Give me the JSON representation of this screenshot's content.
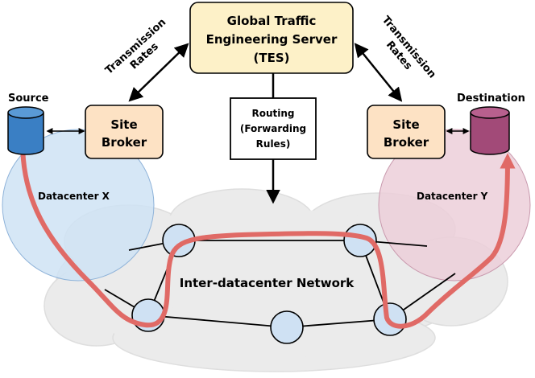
{
  "tes": {
    "line1": "Global Traffic",
    "line2": "Engineering Server",
    "line3": "(TES)"
  },
  "transmission_left": {
    "line1": "Transmission",
    "line2": "Rates"
  },
  "transmission_right": {
    "line1": "Transmission",
    "line2": "Rates"
  },
  "routing": {
    "line1": "Routing",
    "line2": "(Forwarding",
    "line3": "Rules)"
  },
  "source": {
    "label": "Source"
  },
  "destination": {
    "label": "Destination"
  },
  "broker_left": {
    "line1": "Site",
    "line2": "Broker"
  },
  "broker_right": {
    "line1": "Site",
    "line2": "Broker"
  },
  "datacenter_x": {
    "label": "Datacenter X"
  },
  "datacenter_y": {
    "label": "Datacenter Y"
  },
  "network": {
    "label": "Inter-datacenter Network"
  },
  "colors": {
    "tes_fill": "#fdf1c8",
    "broker_fill": "#fde2c4",
    "dc_x_fill": "#cfe3f5",
    "dc_y_fill": "#eccfd9",
    "cloud_fill": "#ebebeb",
    "node_fill": "#cfe1f3",
    "path": "#e06a66",
    "source_db": "#3a7fc4",
    "dest_db": "#a24a78"
  }
}
